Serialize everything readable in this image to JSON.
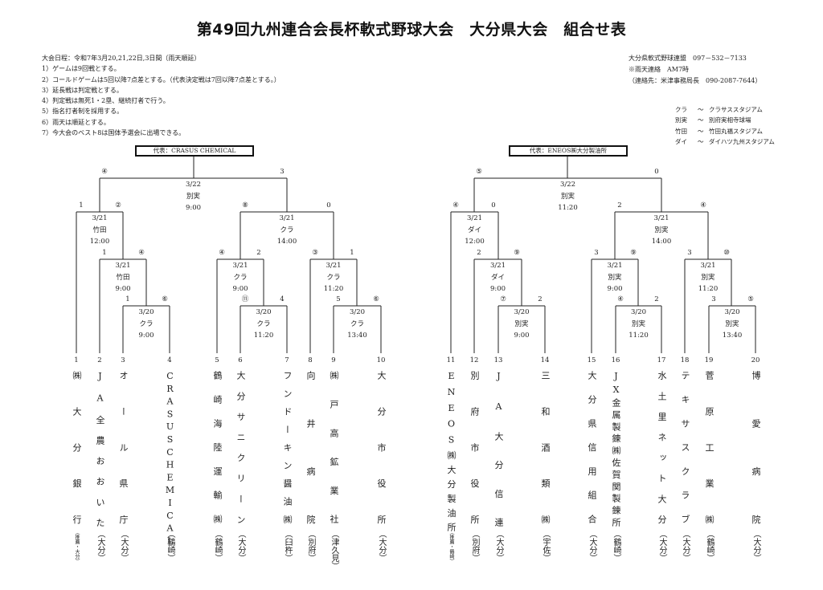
{
  "title": "第49回九州連合会長杯軟式野球大会　大分県大会　組合せ表",
  "notes": [
    "大会日程：令和7年3月20,21,22日,3日間（雨天順延）",
    "1）ゲームは9回戦とする。",
    "2）コールドゲームは5回以降7点差とする。（代表決定戦は7回以降7点差とする。）",
    "3）延長戦は判定戦とする。",
    "4）判定戦は無死1・2塁、継続打者で行う。",
    "5）指名打者制を採用する。",
    "6）雨天は順延とする。",
    "7）今大会のベスト8は国体予選会に出場できる。"
  ],
  "contact": [
    "大分県軟式野球連盟　097－532－7133",
    "※雨天連絡　AM7時",
    "（連絡先：米津事務局長　090-2087-7644）"
  ],
  "venues": [
    {
      "abbr": "クラ",
      "name": "クラサススタジアム"
    },
    {
      "abbr": "別実",
      "name": "別府実相寺球場"
    },
    {
      "abbr": "竹田",
      "name": "竹田丸福スタジアム"
    },
    {
      "abbr": "ダイ",
      "name": "ダイハツ九州スタジアム"
    }
  ],
  "venue_tilde": "～",
  "representatives": {
    "left": "代表：CRASUS CHEMICAL",
    "right": "代表：ENEOS㈱大分製油所"
  },
  "games": [
    {
      "date": "3/22",
      "venue": "別実",
      "time": "9:00",
      "left_score": "④",
      "right_score": "3"
    },
    {
      "date": "3/21",
      "venue": "竹田",
      "time": "12:00",
      "left_score": "1",
      "right_score": "②"
    },
    {
      "date": "3/21",
      "venue": "竹田",
      "time": "9:00",
      "left_score": "1",
      "right_score": "④"
    },
    {
      "date": "3/20",
      "venue": "クラ",
      "time": "9:00",
      "left_score": "1",
      "right_score": "⑥"
    },
    {
      "date": "3/21",
      "venue": "クラ",
      "time": "14:00",
      "left_score": "⑧",
      "right_score": "0"
    },
    {
      "date": "3/21",
      "venue": "クラ",
      "time": "9:00",
      "left_score": "④",
      "right_score": "2"
    },
    {
      "date": "3/20",
      "venue": "クラ",
      "time": "11:20",
      "left_score": "⑪",
      "right_score": "4"
    },
    {
      "date": "3/21",
      "venue": "クラ",
      "time": "11:20",
      "left_score": "③",
      "right_score": "1"
    },
    {
      "date": "3/20",
      "venue": "クラ",
      "time": "13:40",
      "left_score": "5",
      "right_score": "⑥"
    },
    {
      "date": "3/22",
      "venue": "別実",
      "time": "11:20",
      "left_score": "⑤",
      "right_score": "0"
    },
    {
      "date": "3/21",
      "venue": "ダイ",
      "time": "12:00",
      "left_score": "④",
      "right_score": "0"
    },
    {
      "date": "3/21",
      "venue": "ダイ",
      "time": "9:00",
      "left_score": "2",
      "right_score": "⑨"
    },
    {
      "date": "3/20",
      "venue": "別実",
      "time": "9:00",
      "left_score": "⑦",
      "right_score": "2"
    },
    {
      "date": "3/21",
      "venue": "別実",
      "time": "14:00",
      "left_score": "2",
      "right_score": "④"
    },
    {
      "date": "3/21",
      "venue": "別実",
      "time": "9:00",
      "left_score": "3",
      "right_score": "⑨"
    },
    {
      "date": "3/20",
      "venue": "別実",
      "time": "11:20",
      "left_score": "④",
      "right_score": "2"
    },
    {
      "date": "3/21",
      "venue": "別実",
      "time": "11:20",
      "left_score": "3",
      "right_score": "⑩"
    },
    {
      "date": "3/20",
      "venue": "別実",
      "time": "13:40",
      "left_score": "3",
      "right_score": "⑤"
    }
  ],
  "teams": [
    {
      "no": "1",
      "name": "㈱大分銀行",
      "location": "推薦・大分"
    },
    {
      "no": "2",
      "name": "JA全農おおいた",
      "location": "大分"
    },
    {
      "no": "3",
      "name": "オール県庁",
      "location": "大分"
    },
    {
      "no": "4",
      "name": "CRASUSCHEMICAL",
      "location": "鶴崎"
    },
    {
      "no": "5",
      "name": "鶴崎海陸運輸㈱",
      "location": "鶴崎"
    },
    {
      "no": "6",
      "name": "大分サニクリーン",
      "location": "大分"
    },
    {
      "no": "7",
      "name": "フンドーキン醤油㈱",
      "location": "臼杵"
    },
    {
      "no": "8",
      "name": "向井病院",
      "location": "別府"
    },
    {
      "no": "9",
      "name": "㈱戸高鉱業社",
      "location": "津久見"
    },
    {
      "no": "10",
      "name": "大分市役所",
      "location": "大分"
    },
    {
      "no": "11",
      "name": "ENEOS㈱大分製油所",
      "location": "推薦・鶴崎"
    },
    {
      "no": "12",
      "name": "別府市役所",
      "location": "別府"
    },
    {
      "no": "13",
      "name": "JA大分信連",
      "location": "大分"
    },
    {
      "no": "14",
      "name": "三和酒類㈱",
      "location": "宇佐"
    },
    {
      "no": "15",
      "name": "大分県信用組合",
      "location": "大分"
    },
    {
      "no": "16",
      "name": "JX金属製錬㈱佐賀関製錬所",
      "location": "鶴崎"
    },
    {
      "no": "17",
      "name": "水土里ネット大分",
      "location": "大分"
    },
    {
      "no": "18",
      "name": "テキサスクラブ",
      "location": "大分"
    },
    {
      "no": "19",
      "name": "菅原工業㈱",
      "location": "鶴崎"
    },
    {
      "no": "20",
      "name": "博愛病院",
      "location": "大分"
    }
  ]
}
